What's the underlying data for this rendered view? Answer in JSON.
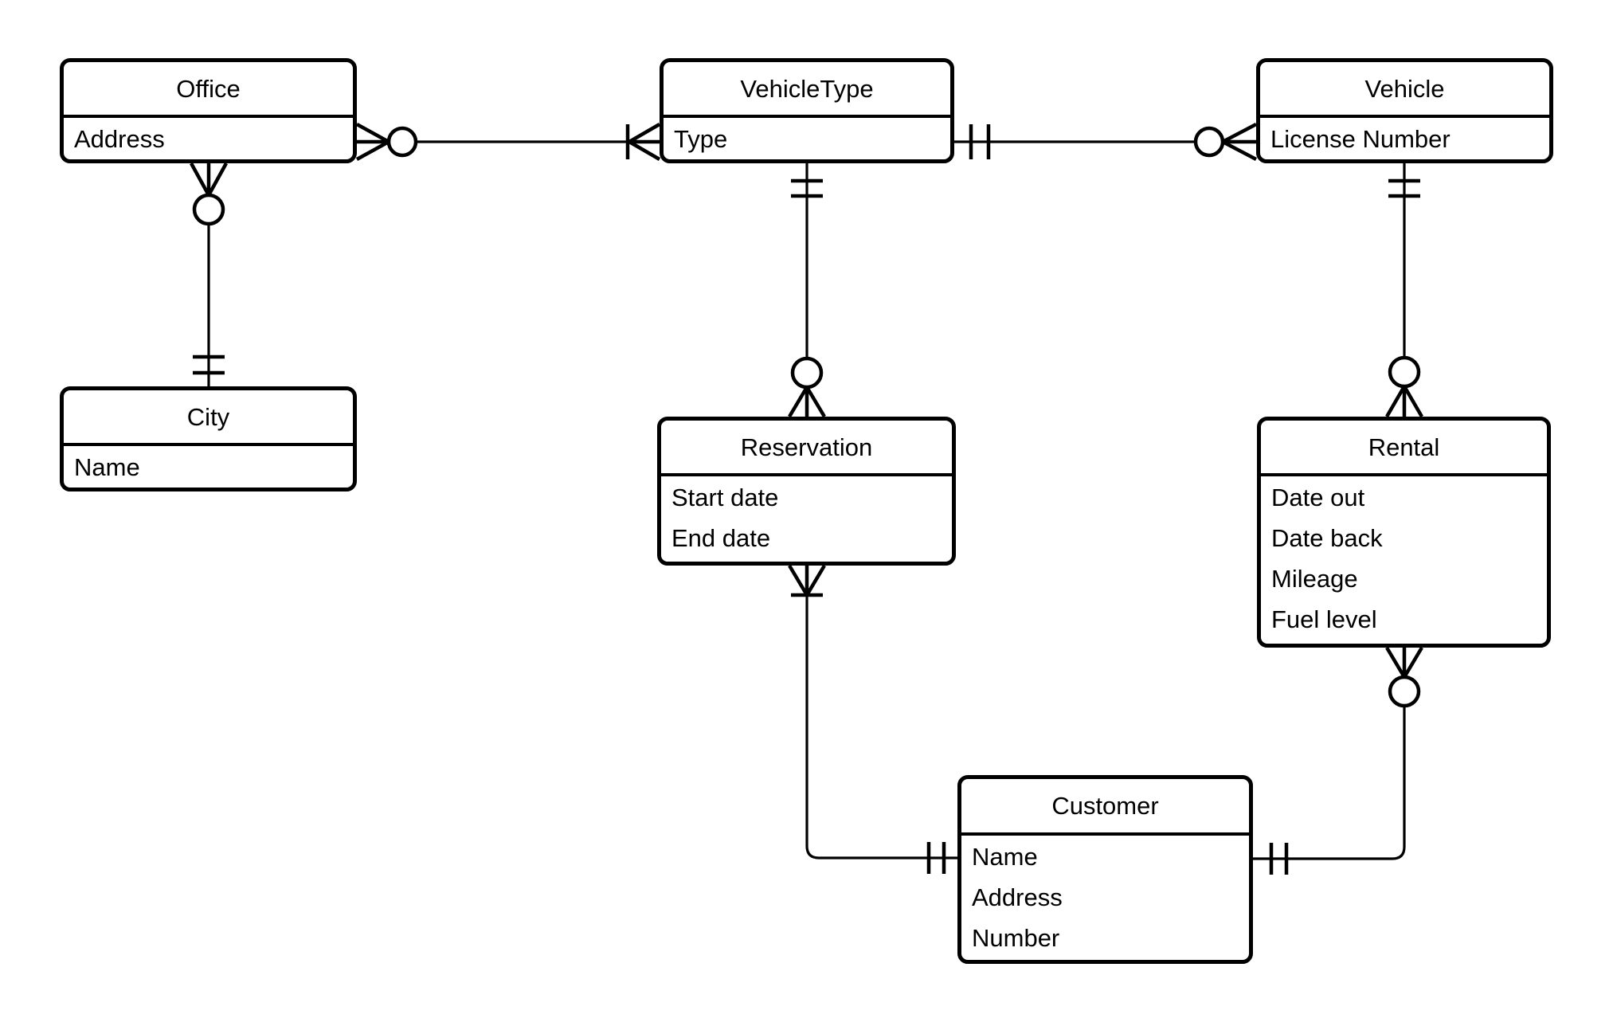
{
  "diagram_type": "entity-relationship-crows-foot",
  "colors": {
    "stroke": "#000000",
    "background": "#ffffff",
    "entity_fill": "#ffffff",
    "text": "#000000"
  },
  "entities": [
    {
      "name": "Office",
      "attributes": [
        "Address"
      ]
    },
    {
      "name": "VehicleType",
      "attributes": [
        "Type"
      ]
    },
    {
      "name": "Vehicle",
      "attributes": [
        "License Number"
      ]
    },
    {
      "name": "City",
      "attributes": [
        "Name"
      ]
    },
    {
      "name": "Reservation",
      "attributes": [
        "Start date",
        "End date"
      ]
    },
    {
      "name": "Rental",
      "attributes": [
        "Date out",
        "Date back",
        "Mileage",
        "Fuel level"
      ]
    },
    {
      "name": "Customer",
      "attributes": [
        "Name",
        "Address",
        "Number"
      ]
    }
  ],
  "relationships": [
    {
      "from": "Office",
      "from_cardinality": "zero-or-many",
      "to": "VehicleType",
      "to_cardinality": "one-or-many"
    },
    {
      "from": "VehicleType",
      "from_cardinality": "exactly-one",
      "to": "Vehicle",
      "to_cardinality": "zero-or-many"
    },
    {
      "from": "Office",
      "from_cardinality": "zero-or-many",
      "to": "City",
      "to_cardinality": "exactly-one"
    },
    {
      "from": "VehicleType",
      "from_cardinality": "exactly-one",
      "to": "Reservation",
      "to_cardinality": "zero-or-many"
    },
    {
      "from": "Vehicle",
      "from_cardinality": "exactly-one",
      "to": "Rental",
      "to_cardinality": "zero-or-many"
    },
    {
      "from": "Reservation",
      "from_cardinality": "one-or-many",
      "to": "Customer",
      "to_cardinality": "exactly-one"
    },
    {
      "from": "Rental",
      "from_cardinality": "zero-or-many",
      "to": "Customer",
      "to_cardinality": "exactly-one"
    }
  ]
}
